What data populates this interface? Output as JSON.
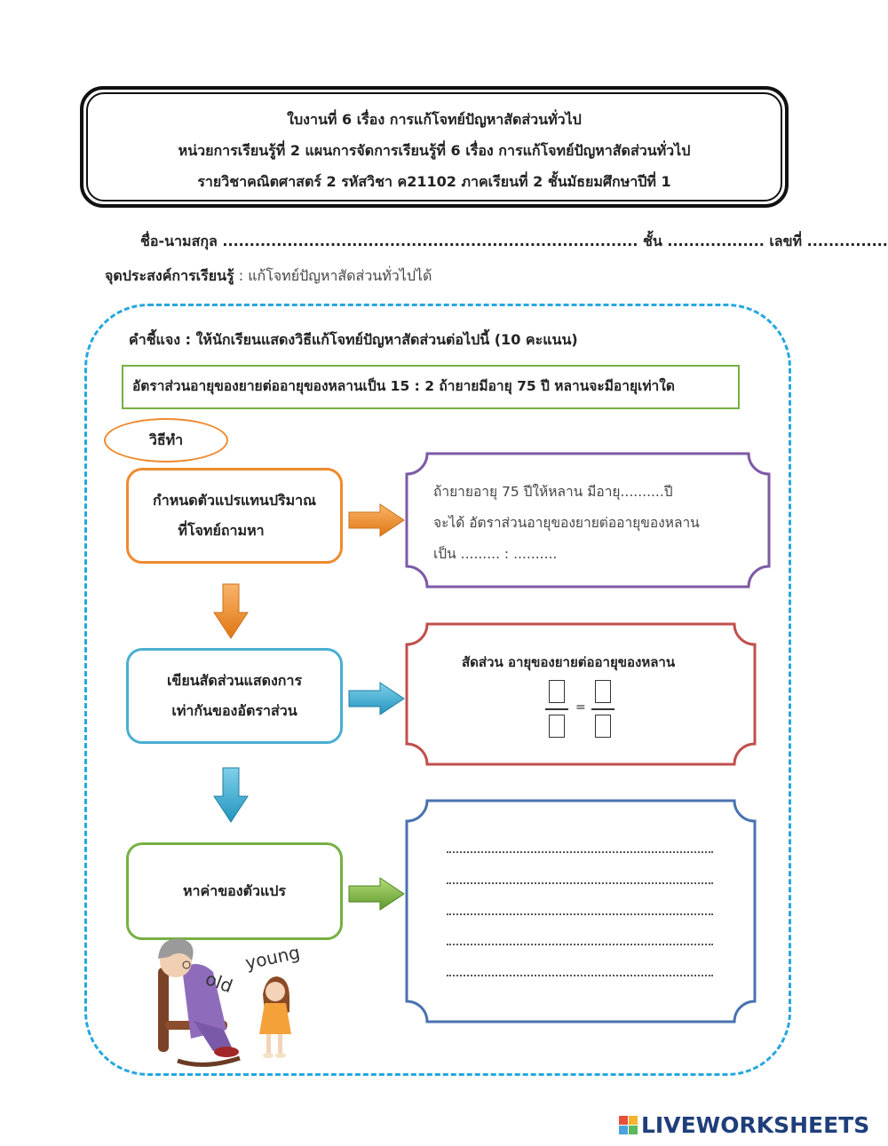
{
  "header": {
    "line1": "ใบงานที่ 6 เรื่อง การแก้โจทย์ปัญหาสัดส่วนทั่วไป",
    "line2": "หน่วยการเรียนรู้ที่ 2 แผนการจัดการเรียนรู้ที่ 6 เรื่อง การแก้โจทย์ปัญหาสัดส่วนทั่วไป",
    "line3": "รายวิชาคณิตศาสตร์ 2 รหัสวิชา ค21102 ภาคเรียนที่ 2  ชั้นมัธยมศึกษาปีที่ 1"
  },
  "student": {
    "name_line": "ชื่อ-นามสกุล ............................................................................. ชั้น .................. เลขที่ ..................",
    "objective_label": "จุดประสงค์การเรียนรู้",
    "objective_text": " : แก้โจทย์ปัญหาสัดส่วนทั่วไปได้"
  },
  "instructions": "คำชี้แจง :  ให้นักเรียนแสดงวิธีแก้โจทย์ปัญหาสัดส่วนต่อไปนี้ (10 คะแนน)",
  "question": "อัตราส่วนอายุของยายต่ออายุของหลานเป็น 15 : 2 ถ้ายายมีอายุ 75  ปี  หลานจะมีอายุเท่าใด",
  "method_label": "วิธีทำ",
  "steps": [
    {
      "line1": "กำหนดตัวแปรแทนปริมาณ",
      "line2": "ที่โจทย์ถามหา"
    },
    {
      "line1": "เขียนสัดส่วนแสดงการ",
      "line2": "เท่ากันของอัตราส่วน"
    },
    {
      "line1": "หาค่าของตัวแปร",
      "line2": ""
    }
  ],
  "answer1": {
    "line1": "ถ้ายายอายุ 75 ปีให้หลาน มีอายุ..........ปี",
    "line2": "จะได้  อัตราส่วนอายุของยายต่ออายุของหลาน",
    "line3": "เป็น ......... : .........."
  },
  "answer2": {
    "title": "สัดส่วน อายุของยายต่ออายุของหลาน",
    "equals": "="
  },
  "image_labels": {
    "old": "old",
    "young": "young"
  },
  "logo": {
    "text": "LIVEWORKSHEETS"
  },
  "colors": {
    "orange": "#ef8a2e",
    "blue": "#4aaed0",
    "green": "#76b043",
    "purple": "#7d5aa6",
    "red": "#c0504d",
    "navy": "#4a72b0",
    "dash": "#25a7df"
  }
}
